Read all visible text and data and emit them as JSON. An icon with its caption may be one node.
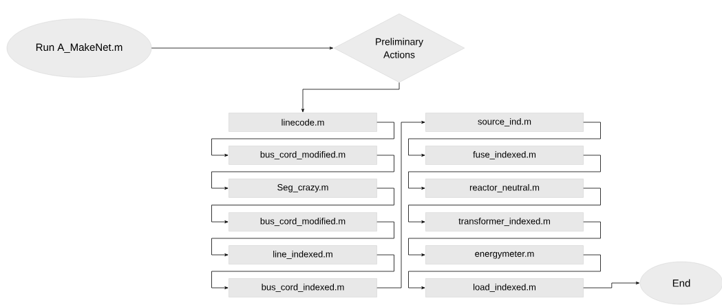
{
  "diagram": {
    "nodes": [
      {
        "text": [
          "Run A_MakeNet.m"
        ]
      },
      {
        "text": [
          "Preliminary Actions"
        ]
      },
      {
        "text": [
          "linecode.m"
        ]
      },
      {
        "text": [
          "bus_cord_modified.m"
        ]
      },
      {
        "text": [
          "Seg_crazy.m"
        ]
      },
      {
        "text": [
          "bus_cord_modified.m"
        ]
      },
      {
        "text": [
          "line_indexed.m"
        ]
      },
      {
        "text": [
          "bus_cord_indexed.m"
        ]
      },
      {
        "text": [
          "source_ind.m"
        ]
      },
      {
        "text": [
          "fuse_indexed.m"
        ]
      },
      {
        "text": [
          "reactor_neutral.m"
        ]
      },
      {
        "text": [
          "transformer_indexed.m"
        ]
      },
      {
        "text": [
          "energymeter.m"
        ]
      },
      {
        "text": [
          "load_indexed.m"
        ]
      },
      {
        "text": [
          "End"
        ]
      }
    ],
    "edges": [
      {
        "from": 0,
        "to": 1,
        "arrow": "to"
      },
      {
        "from": 1,
        "to": 2,
        "arrow": "to"
      },
      {
        "from": 2,
        "to": 3,
        "arrow": "to"
      },
      {
        "from": 3,
        "to": 4,
        "arrow": "to"
      },
      {
        "from": 4,
        "to": 5,
        "arrow": "to"
      },
      {
        "from": 5,
        "to": 6,
        "arrow": "to"
      },
      {
        "from": 6,
        "to": 7,
        "arrow": "to"
      },
      {
        "from": 7,
        "to": 8,
        "arrow": "to"
      },
      {
        "from": 8,
        "to": 9,
        "arrow": "to"
      },
      {
        "from": 9,
        "to": 10,
        "arrow": "to"
      },
      {
        "from": 10,
        "to": 11,
        "arrow": "to"
      },
      {
        "from": 11,
        "to": 12,
        "arrow": "to"
      },
      {
        "from": 12,
        "to": 13,
        "arrow": "to"
      },
      {
        "from": 13,
        "to": 14,
        "arrow": "to"
      }
    ]
  }
}
